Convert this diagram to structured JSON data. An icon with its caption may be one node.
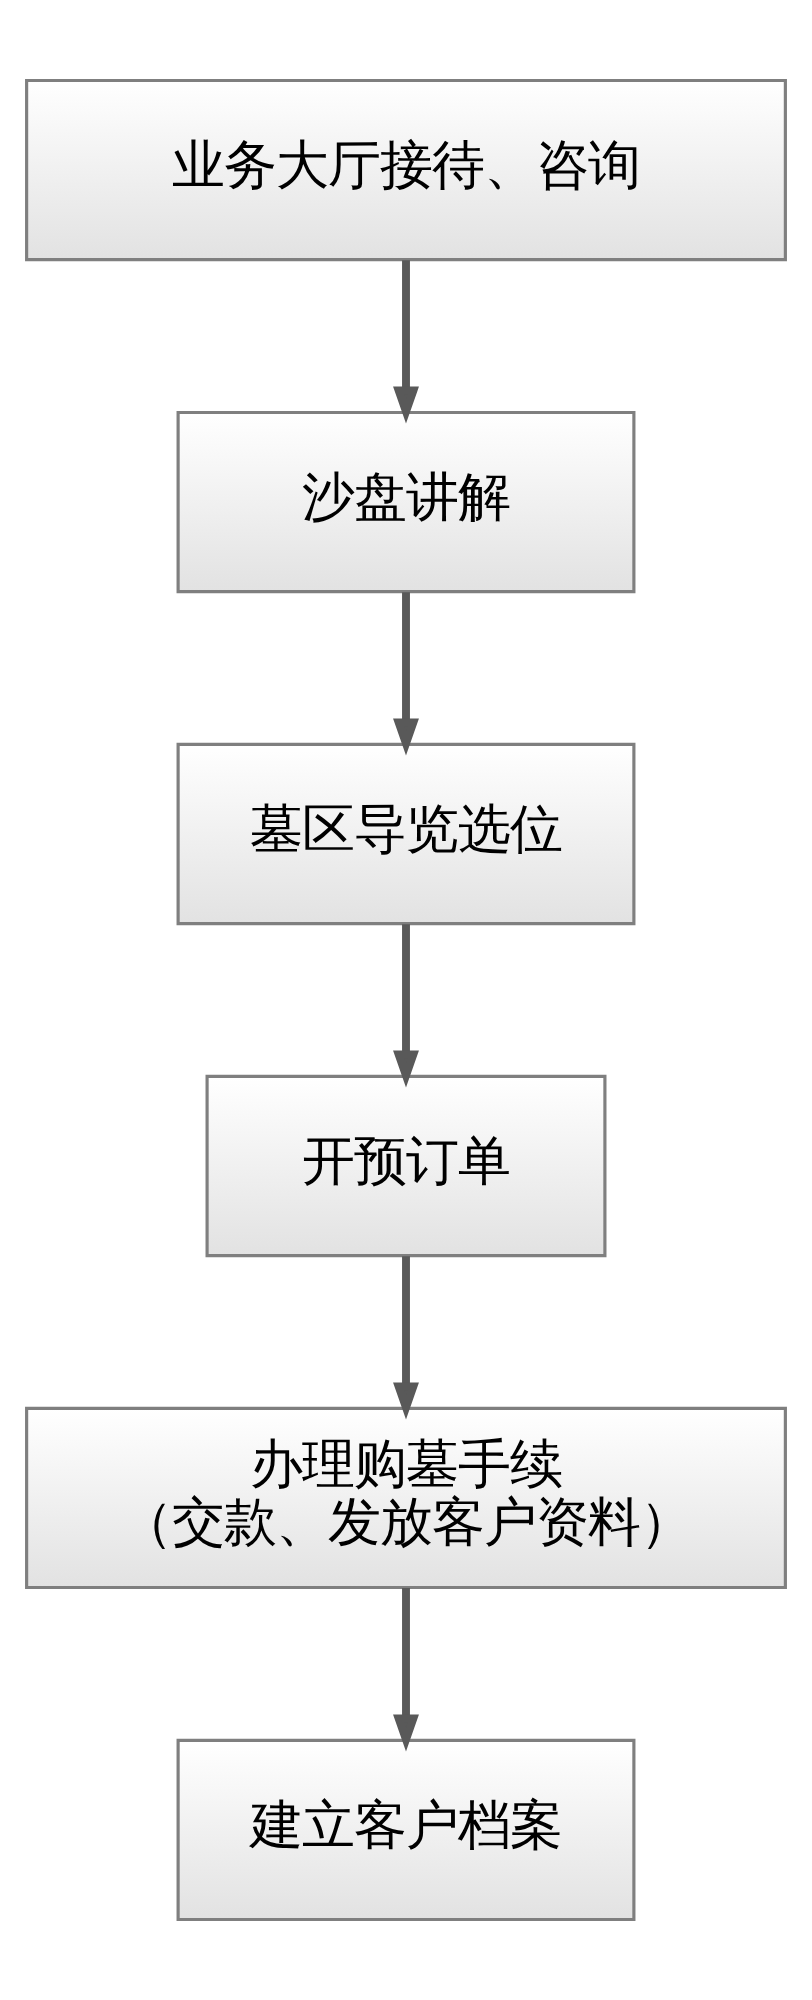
{
  "diagram": {
    "nodes": [
      {
        "text": [
          "业务大厅接待、咨询"
        ]
      },
      {
        "text": [
          "沙盘讲解"
        ]
      },
      {
        "text": [
          "墓区导览选位"
        ]
      },
      {
        "text": [
          "开预订单"
        ]
      },
      {
        "text": [
          "办理购墓手续（交款、发放客户资料）"
        ]
      },
      {
        "text": [
          "建立客户档案"
        ]
      }
    ],
    "edges": [
      {
        "from": 0,
        "to": 1,
        "arrow": "to"
      },
      {
        "from": 1,
        "to": 2,
        "arrow": "to"
      },
      {
        "from": 2,
        "to": 3,
        "arrow": "to"
      },
      {
        "from": 3,
        "to": 4,
        "arrow": "to"
      },
      {
        "from": 4,
        "to": 5,
        "arrow": "to"
      }
    ]
  }
}
